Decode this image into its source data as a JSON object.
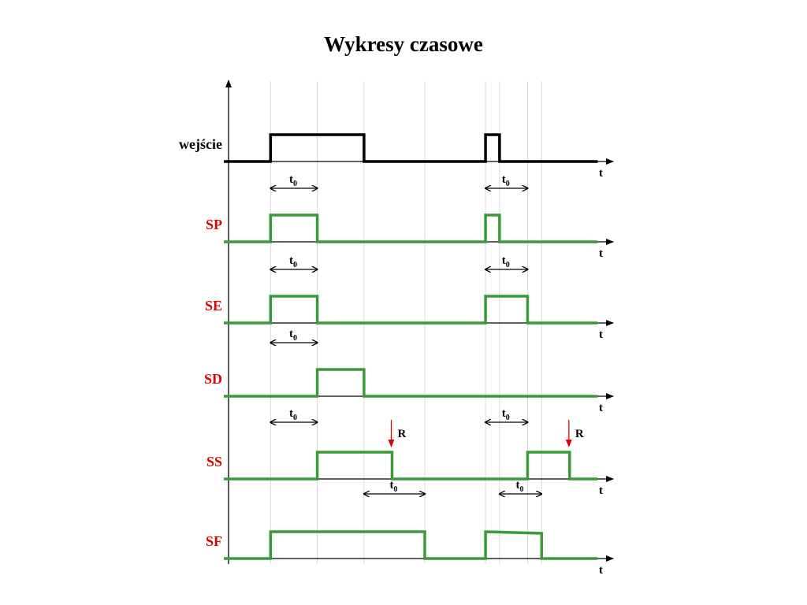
{
  "title": "Wykresy czasowe",
  "axis_label": "t",
  "t0_label": "t",
  "t0_subscript": "0",
  "reset_label": "R",
  "colors": {
    "input_signal": "#000000",
    "output_signal": "#3a9a3a",
    "label_red": "#e00000",
    "reset_arrow": "#e00000",
    "axis": "#000000",
    "gridline": "#d0d0d0"
  },
  "rows": [
    {
      "id": "input",
      "label": "wejście",
      "label_color": "#000000",
      "signal_color": "#000000",
      "waveform": [
        [
          0,
          0
        ],
        [
          1,
          1
        ],
        [
          3,
          0
        ],
        [
          5.6,
          1
        ],
        [
          5.9,
          0
        ],
        [
          8,
          0
        ]
      ],
      "timers": [],
      "resets": []
    },
    {
      "id": "sp",
      "label": "SP",
      "label_color": "#e00000",
      "signal_color": "#3a9a3a",
      "waveform": [
        [
          0,
          0
        ],
        [
          1,
          1
        ],
        [
          2,
          0
        ],
        [
          5.6,
          1
        ],
        [
          5.9,
          0
        ],
        [
          8,
          0
        ]
      ],
      "timers": [
        [
          1,
          2
        ],
        [
          5.6,
          6.5
        ]
      ],
      "resets": []
    },
    {
      "id": "se",
      "label": "SE",
      "label_color": "#e00000",
      "signal_color": "#3a9a3a",
      "waveform": [
        [
          0,
          0
        ],
        [
          1,
          1
        ],
        [
          2,
          0
        ],
        [
          5.6,
          1
        ],
        [
          6.5,
          0
        ],
        [
          8,
          0
        ]
      ],
      "timers": [
        [
          1,
          2
        ],
        [
          5.6,
          6.5
        ]
      ],
      "resets": []
    },
    {
      "id": "sd",
      "label": "SD",
      "label_color": "#e00000",
      "signal_color": "#3a9a3a",
      "waveform": [
        [
          0,
          0
        ],
        [
          2,
          1
        ],
        [
          3,
          0
        ],
        [
          8,
          0
        ]
      ],
      "timers": [
        [
          1,
          2
        ]
      ],
      "resets": []
    },
    {
      "id": "ss",
      "label": "SS",
      "label_color": "#e00000",
      "signal_color": "#3a9a3a",
      "waveform": [
        [
          0,
          0
        ],
        [
          2,
          1
        ],
        [
          3.6,
          0
        ],
        [
          6.5,
          1
        ],
        [
          7.4,
          0
        ],
        [
          8,
          0
        ]
      ],
      "timers": [
        [
          1,
          2
        ],
        [
          5.6,
          6.5
        ]
      ],
      "resets": [
        3.6,
        7.4
      ]
    },
    {
      "id": "sf",
      "label": "SF",
      "label_color": "#e00000",
      "signal_color": "#3a9a3a",
      "waveform": [
        [
          0,
          0
        ],
        [
          1,
          1
        ],
        [
          4.3,
          0
        ],
        [
          5.6,
          1
        ],
        [
          6.8,
          0
        ],
        [
          8,
          0
        ]
      ],
      "timers": [
        [
          3,
          4.3
        ],
        [
          5.9,
          6.8
        ]
      ],
      "resets": []
    }
  ]
}
